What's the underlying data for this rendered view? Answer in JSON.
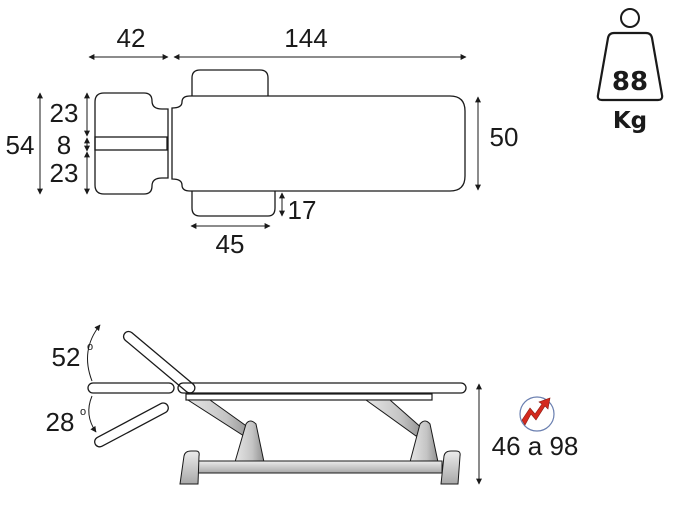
{
  "top_view": {
    "head_length": "42",
    "body_length": "144",
    "total_width": "54",
    "head_side_width": "23",
    "head_hole_width": "8",
    "head_side_width_2": "23",
    "body_width": "50",
    "armrest_width": "17",
    "armrest_length": "45"
  },
  "weight": {
    "value": "88",
    "unit": "Kg"
  },
  "side_view": {
    "back_angle_up": "52",
    "back_angle_down": "28",
    "degree_mark": "o",
    "height_range": "46 a 98"
  },
  "icons": {
    "weight": "weight-icon",
    "electric": "electric-lift-icon"
  },
  "colors": {
    "line": "#1a1a1a",
    "frame_fill": "#d0d0d0",
    "frame_dark": "#9a9a9a",
    "electric": "#d42a1e"
  }
}
